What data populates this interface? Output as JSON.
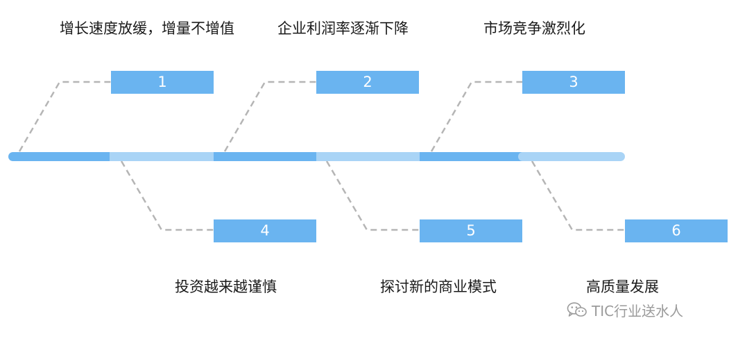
{
  "items": [
    {
      "number": "1",
      "label": "增长速度放缓，增量不增值"
    },
    {
      "number": "2",
      "label": "企业利润率逐渐下降"
    },
    {
      "number": "3",
      "label": "市场竞争激烈化"
    },
    {
      "number": "4",
      "label": "投资越来越谨慎"
    },
    {
      "number": "5",
      "label": "探讨新的商业模式"
    },
    {
      "number": "6",
      "label": "高质量发展"
    }
  ],
  "watermark": {
    "text": "TIC行业送水人",
    "icon": "wechat-icon"
  },
  "colors": {
    "box": "#6ab4f0",
    "axis_dark": "#6ab4f0",
    "axis_light": "#a9d4f6",
    "dash": "#b5b5b5",
    "label": "#1a1a1a",
    "watermark": "#9a9a9a"
  }
}
